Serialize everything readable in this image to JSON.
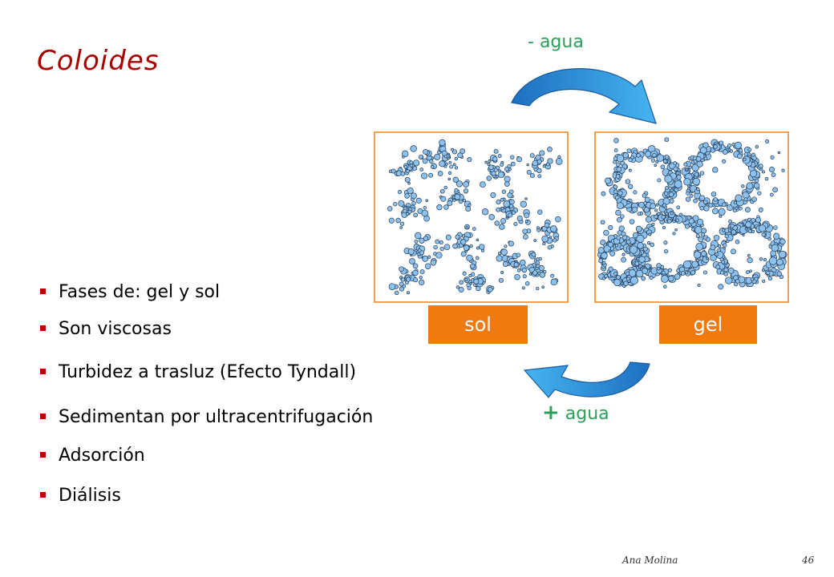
{
  "slide": {
    "title": "Coloides",
    "bullets": [
      "Fases de: gel  y sol",
      "Son viscosas",
      "Turbidez a trasluz (Efecto Tyndall)",
      "Sedimentan por ultracentrifugación",
      "Adsorción",
      "Diálisis"
    ],
    "diagram": {
      "sol_label": "sol",
      "gel_label": "gel",
      "minus_sign": "-",
      "plus_sign": "+",
      "water_word": "agua"
    },
    "footer": {
      "author": "Ana Molina",
      "page": "46"
    }
  },
  "colors": {
    "title": "#a80000",
    "bullet_marker": "#c00000",
    "label_bg": "#f07a10",
    "panel_border": "#f0a050",
    "water_text": "#2aa05a",
    "particle_fill": "#8ec2ee",
    "arrow": "#2d8fd8"
  }
}
